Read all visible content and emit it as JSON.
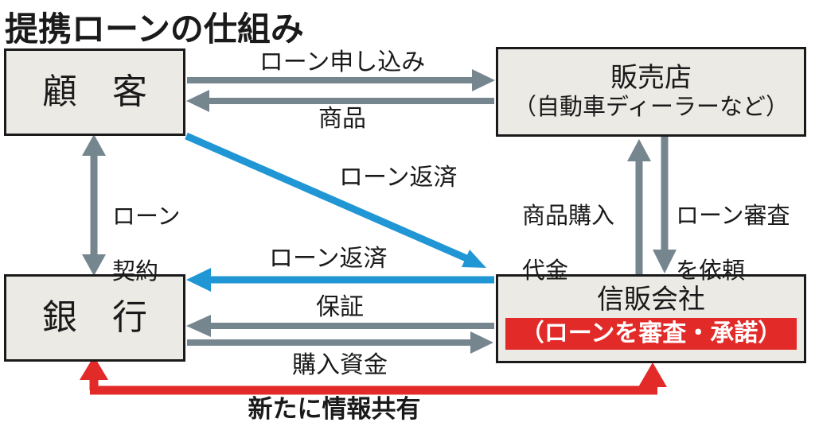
{
  "title": "提携ローンの仕組み",
  "colors": {
    "gray_arrow": "#76868f",
    "blue_arrow": "#2196d4",
    "red_arrow": "#e22a28",
    "box_fill": "#eceae5",
    "box_border": "#1a1a1a",
    "badge_bg": "#e22a28",
    "badge_text": "#ffffff"
  },
  "nodes": {
    "customer": {
      "label": "顧　客"
    },
    "dealer": {
      "label": "販売店",
      "subtitle": "（自動車ディーラーなど）"
    },
    "bank": {
      "label": "銀　行"
    },
    "credit_company": {
      "label": "信販会社",
      "badge": "（ローンを審査・承諾）"
    }
  },
  "edges": {
    "loan_application": {
      "label": "ローン申し込み"
    },
    "product": {
      "label": "商品"
    },
    "loan_contract": {
      "line1": "ローン",
      "line2": "契約"
    },
    "loan_repayment_upper": {
      "label": "ローン返済"
    },
    "loan_repayment_lower": {
      "label": "ローン返済"
    },
    "guarantee": {
      "label": "保証"
    },
    "purchase_funds": {
      "label": "購入資金"
    },
    "product_purchase_payment": {
      "line1": "商品購入",
      "line2": "代金"
    },
    "loan_screening_request": {
      "line1": "ローン審査",
      "line2": "を依頼"
    },
    "info_sharing": {
      "label": "新たに情報共有"
    }
  }
}
